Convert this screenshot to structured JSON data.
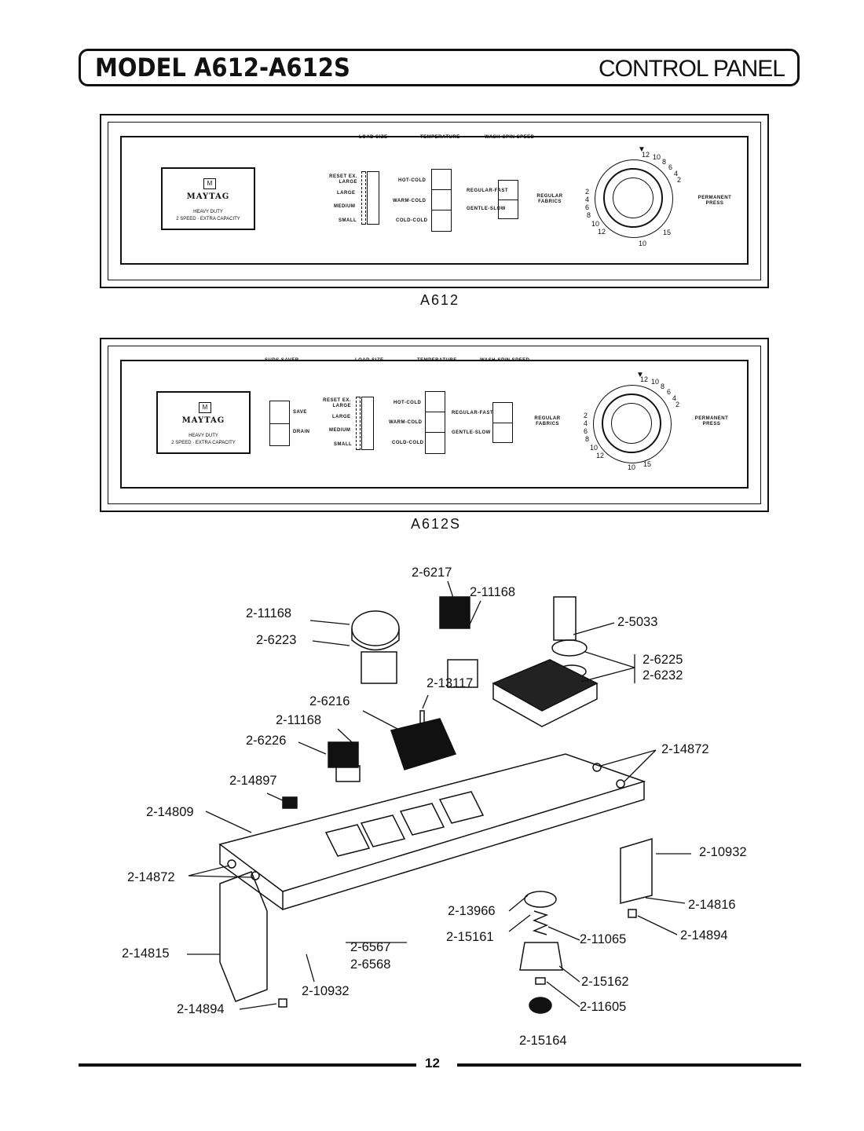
{
  "header": {
    "model": "MODEL A612-A612S",
    "section": "CONTROL PANEL"
  },
  "panels": [
    {
      "caption": "A612",
      "top_labels": [
        "LOAD SIZE",
        "TEMPERATURE",
        "WASH-SPIN SPEED"
      ],
      "brand": "MAYTAG",
      "brand_lines": [
        "HEAVY DUTY",
        "2 SPEED · EXTRA CAPACITY"
      ],
      "load_sizes": [
        "RESET EX. LARGE",
        "LARGE",
        "MEDIUM",
        "SMALL"
      ],
      "temperatures": [
        "HOT-COLD",
        "WARM-COLD",
        "COLD-COLD"
      ],
      "speeds": [
        "REGULAR-FAST",
        "GENTLE-SLOW"
      ],
      "cycle_left": "REGULAR FABRICS",
      "cycle_right": "PERMANENT PRESS"
    },
    {
      "caption": "A612S",
      "top_labels": [
        "SUDS SAVER",
        "LOAD SIZE",
        "TEMPERATURE",
        "WASH-SPIN SPEED"
      ],
      "brand": "MAYTAG",
      "brand_lines": [
        "HEAVY DUTY",
        "2 SPEED · EXTRA CAPACITY"
      ],
      "suds": [
        "SAVE",
        "DRAIN"
      ],
      "load_sizes": [
        "RESET EX. LARGE",
        "LARGE",
        "MEDIUM",
        "SMALL"
      ],
      "temperatures": [
        "HOT-COLD",
        "WARM-COLD",
        "COLD-COLD"
      ],
      "speeds": [
        "REGULAR-FAST",
        "GENTLE-SLOW"
      ],
      "cycle_left": "REGULAR FABRICS",
      "cycle_right": "PERMANENT PRESS"
    }
  ],
  "dial": {
    "top_numbers": [
      "12",
      "10",
      "8",
      "6",
      "4",
      "2"
    ],
    "left_numbers": [
      "2",
      "4",
      "6",
      "8",
      "10",
      "12"
    ],
    "bottom_numbers": [
      "10",
      "15"
    ]
  },
  "parts": [
    "2-6217",
    "2-11168",
    "2-11168",
    "2-6223",
    "2-5033",
    "2-6225",
    "2-6232",
    "2-13117",
    "2-6216",
    "2-11168",
    "2-6226",
    "2-14872",
    "2-14897",
    "2-14809",
    "2-10932",
    "2-14872",
    "2-14816",
    "2-13966",
    "2-15161",
    "2-11065",
    "2-14894",
    "2-6567",
    "2-6568",
    "2-14815",
    "2-10932",
    "2-15162",
    "2-11605",
    "2-14894",
    "2-15164"
  ],
  "page_number": "12"
}
